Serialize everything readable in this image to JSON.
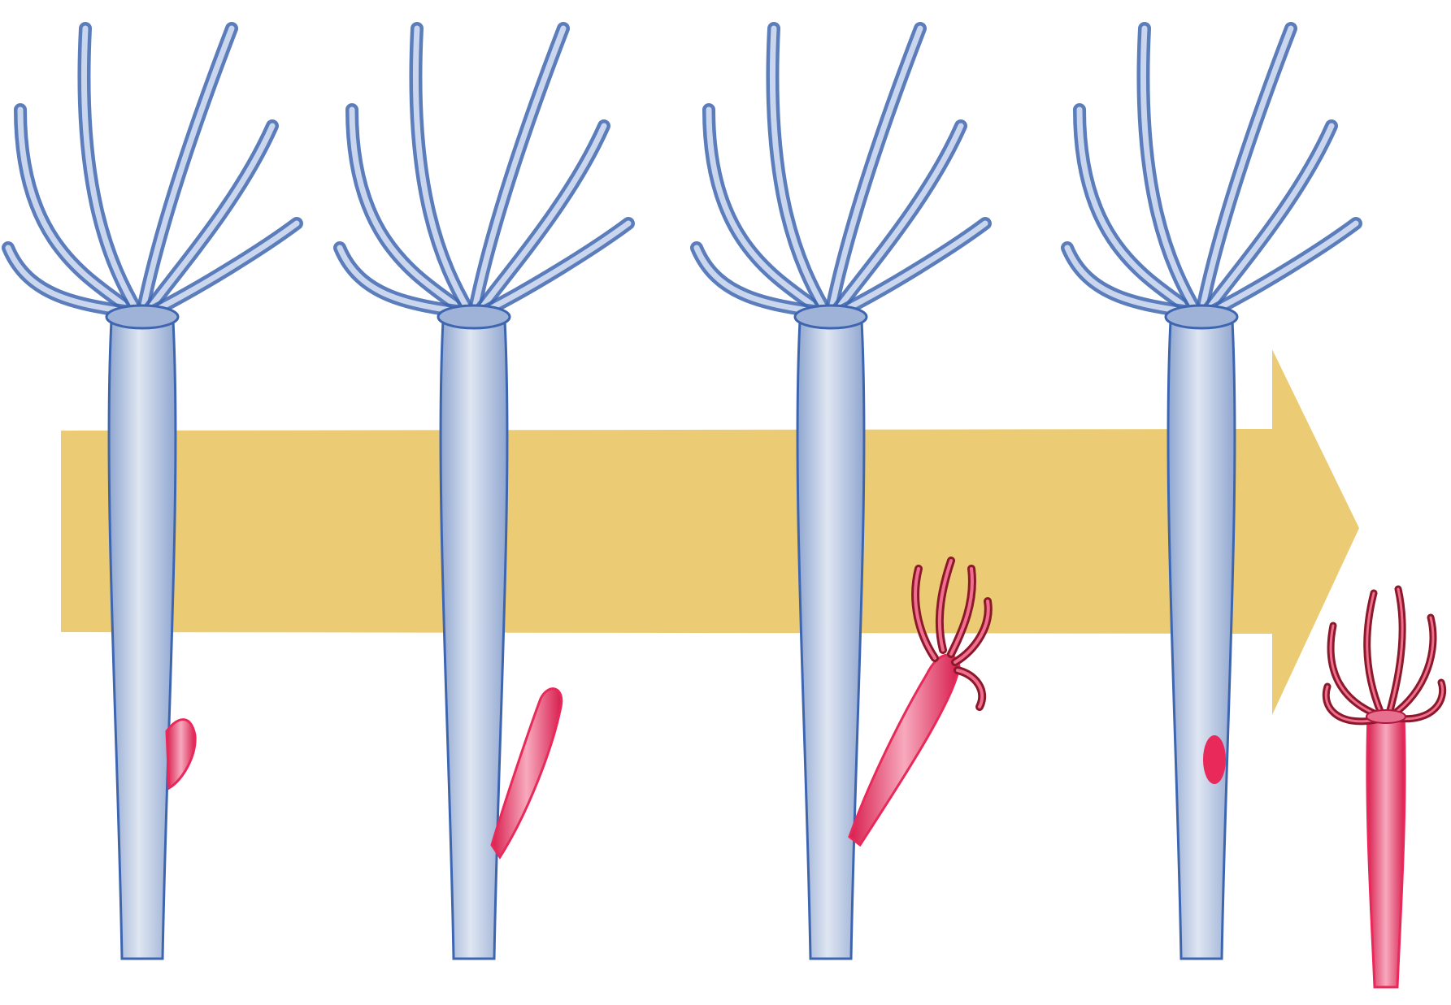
{
  "diagram": {
    "kind": "hydra-budding-sequence",
    "stage_count": 4,
    "stages": [
      {
        "step": 1,
        "bud": "small-bump"
      },
      {
        "step": 2,
        "bud": "elongated-bud"
      },
      {
        "step": 3,
        "bud": "bud-with-tentacles"
      },
      {
        "step": 4,
        "bud": "detached-young-hydra"
      }
    ],
    "colors": {
      "parent_body": "#b8c6de",
      "parent_outline": "#3e66b0",
      "bud": "#e8295a",
      "bud_highlight": "#f7a9bd",
      "arrow": "#e9c766",
      "background": "#ffffff"
    },
    "icons": {
      "arrow": "time-arrow-right"
    }
  }
}
